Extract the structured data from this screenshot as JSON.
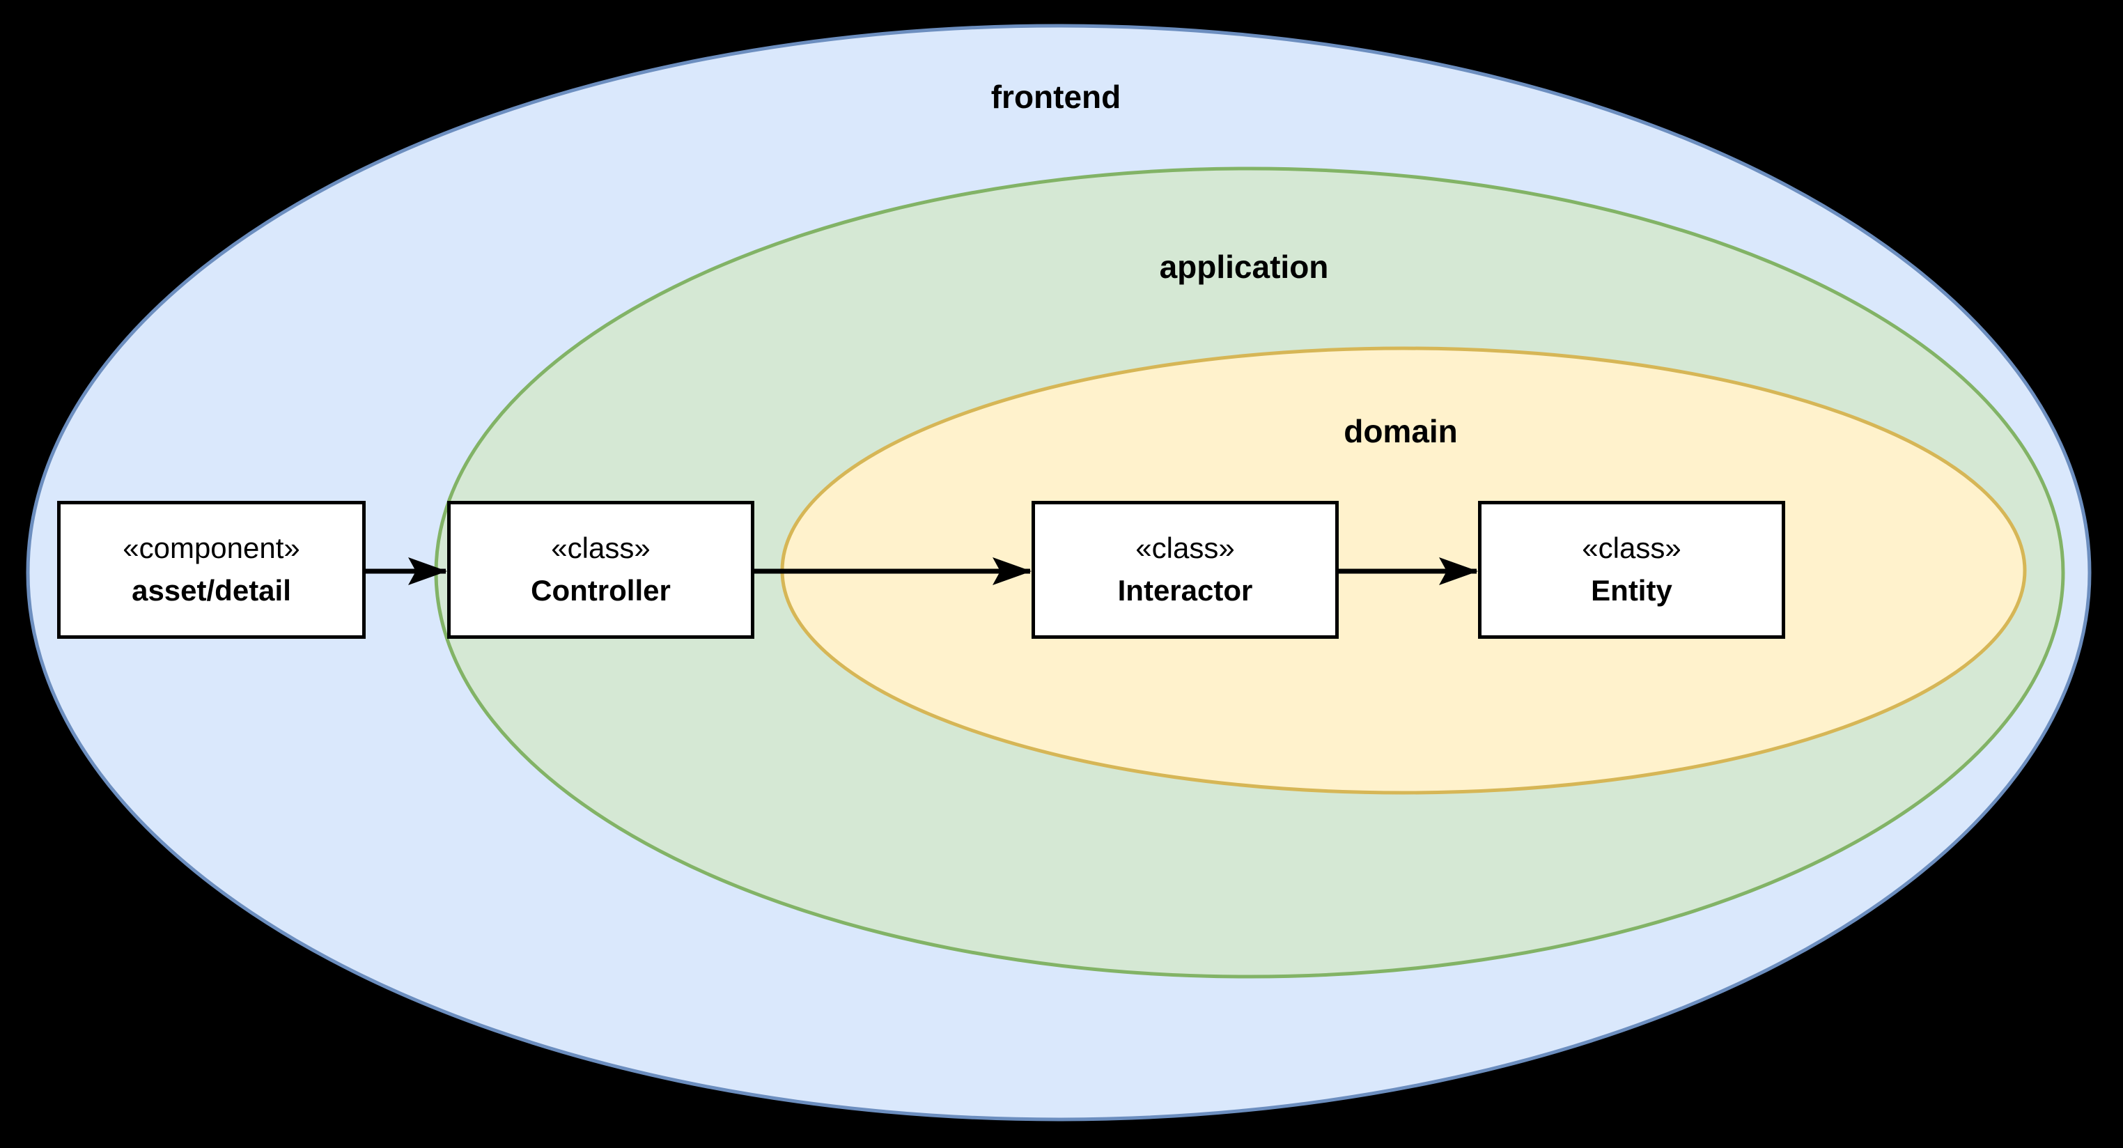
{
  "diagram": {
    "background_color": "#000000",
    "arrow_color": "#000000",
    "node_style": {
      "fill": "#ffffff",
      "border": "#000000",
      "text_color": "#000000"
    },
    "zones": [
      {
        "id": "frontend",
        "label": "frontend",
        "fill": "#dae8fc",
        "stroke": "#6c8ebf"
      },
      {
        "id": "application",
        "label": "application",
        "fill": "#d5e8d4",
        "stroke": "#82b366"
      },
      {
        "id": "domain",
        "label": "domain",
        "fill": "#fff2cc",
        "stroke": "#d6b656"
      }
    ],
    "nodes": [
      {
        "stereotype": "«component»",
        "name": "asset/detail"
      },
      {
        "stereotype": "«class»",
        "name": "Controller"
      },
      {
        "stereotype": "«class»",
        "name": "Interactor"
      },
      {
        "stereotype": "«class»",
        "name": "Entity"
      }
    ]
  }
}
